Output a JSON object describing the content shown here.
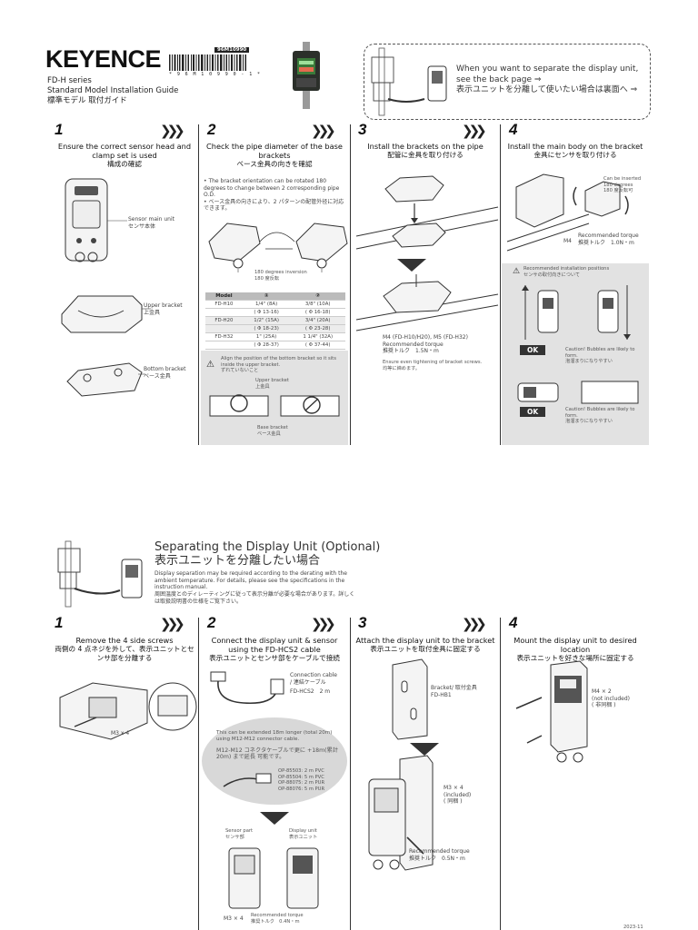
{
  "header": {
    "brand": "KEYENCE",
    "doc_code": "96M10990",
    "barcode_number": "* 9 6 M 1 0 9 9 0 - 1 *",
    "series": "FD-H series",
    "title_en": "Standard Model Installation Guide",
    "title_jp": "標準モデル 取付ガイド"
  },
  "callout": {
    "line1": "When you want to separate the display unit,",
    "line2": "see the back page ⇒",
    "line3": "表示ユニットを分離して使いたい場合は裏面へ ⇒"
  },
  "section1": {
    "steps": [
      {
        "num": "1",
        "title_en": "Ensure the correct sensor head and clamp set is used",
        "title_jp": "構成の確認",
        "labels": {
          "main": "Sensor main unit",
          "main_jp": "センサ本体",
          "upper": "Upper bracket",
          "upper_jp": "上金具",
          "bottom": "Bottom bracket",
          "bottom_jp": "ベース金具"
        }
      },
      {
        "num": "2",
        "title_en": "Check the pipe diameter of the base brackets",
        "title_jp": "ベース金具の向きを確認",
        "note_en": "• The bracket orientation can be rotated 180 degrees to change between 2 corresponding pipe O.D.",
        "note_jp": "• ベース金具の向きにより、2 パターンの配管外径に対応できます。",
        "inversion": "180 degrees inversion",
        "inversion_jp": "180 度反転",
        "table": {
          "headers": [
            "Model",
            "①",
            "②"
          ],
          "rows": [
            [
              "FD-H10",
              "1/4\" (8A)",
              "3/8\" (10A)"
            ],
            [
              "",
              "( Φ 13-16)",
              "( Φ 16-18)"
            ],
            [
              "FD-H20",
              "1/2\" (15A)",
              "3/4\" (20A)"
            ],
            [
              "",
              "( Φ 18-23)",
              "( Φ 23-28)"
            ],
            [
              "FD-H32",
              "1\" (25A)",
              "1 1/4\" (32A)"
            ],
            [
              "",
              "( Φ 28-37)",
              "( Φ 37-44)"
            ]
          ]
        },
        "warn_en": "Align the position of the bottom bracket so it sits inside the upper bracket.",
        "warn_jp": "ずれていないこと",
        "upper": "Upper bracket",
        "upper_jp": "上金具",
        "base": "Base bracket",
        "base_jp": "ベース金具"
      },
      {
        "num": "3",
        "title_en": "Install the brackets on the pipe",
        "title_jp": "配管に金具を取り付ける",
        "screw": "M4 (FD-H10/H20), M5 (FD-H32)",
        "torque": "Recommended torque",
        "torque_jp": "推奨トルク　1.5N・m",
        "tighten_en": "Ensure even tightening of bracket screws.",
        "tighten_jp": "均等に締めます。"
      },
      {
        "num": "4",
        "title_en": "Install the main body on the bracket",
        "title_jp": "金具にセンサを取り付ける",
        "insert": "Can be inserted 180 degrees",
        "insert_jp": "180 度反転可",
        "m4": "M4",
        "torque": "Recommended torque",
        "torque_jp": "推奨トルク　1.0N・m",
        "pos": "Recommended installation positions",
        "pos_jp": "センサの取付向きについて",
        "ok": "OK",
        "caution": "Caution! Bubbles are likely to form.",
        "caution_jp": "泡溜まりになりやすい"
      }
    ]
  },
  "section2": {
    "title_en": "Separating the Display Unit (Optional)",
    "title_jp": "表示ユニットを分離したい場合",
    "body_en": "Display separation may be required according to the derating with the ambient temperature. For details, please see the specifications in the instruction manual.",
    "body_jp": "周囲温度とのディレーティングに従って表示分離が必要な場合があります。詳しくは取扱説明書の仕様をご覧下さい。",
    "steps": [
      {
        "num": "1",
        "title_en": "Remove the 4 side screws",
        "title_jp": "両側の 4 点ネジを外して、表示ユニットとセンサ部を分離する",
        "screw": "M3 x 4"
      },
      {
        "num": "2",
        "title_en": "Connect the display unit & sensor using the FD-HCS2 cable",
        "title_jp": "表示ユニットとセンサ部をケーブルで接続",
        "cable": "Connection cable",
        "cable_jp": "/ 連結ケーブル",
        "cable_model": "FD-HCS2　2 m",
        "ext_en": "This can be extended 18m longer (total 20m) using M12-M12 connector cable.",
        "ext_jp": "M12-M12 コネクタケーブルで更に +18m(累計 20m) まで延長 可能です。",
        "options": [
          "OP-85503: 2 m PVC",
          "OP-85504: 5 m PVC",
          "OP-88075: 2 m PUR",
          "OP-88076: 5 m PUR"
        ],
        "sensor": "Sensor part",
        "sensor_jp": "センサ部",
        "display": "Display unit",
        "display_jp": "表示ユニット",
        "screw": "M3 × 4",
        "torque": "Recommended torque",
        "torque_jp": "推奨トルク　0.4N・m"
      },
      {
        "num": "3",
        "title_en": "Attach the display unit to the bracket",
        "title_jp": "表示ユニットを取付金具に固定する",
        "bracket": "Bracket/ 取付金具",
        "bracket_model": "FD-HB1",
        "screw": "M3 × 4",
        "incl": "(included)",
        "incl_jp": "( 同梱 )",
        "torque": "Recommended torque",
        "torque_jp": "推奨トルク　0.5N・m"
      },
      {
        "num": "4",
        "title_en": "Mount the display unit to desired location",
        "title_jp": "表示ユニットを好きな場所に固定する",
        "screw": "M4 × 2",
        "notincl": "(not included)",
        "notincl_jp": "( 非同梱 )"
      }
    ]
  },
  "footer": {
    "code": "2023-11"
  }
}
